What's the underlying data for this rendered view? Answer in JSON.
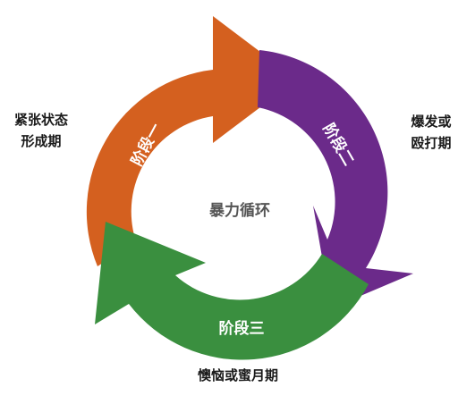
{
  "diagram": {
    "center_title": "暴力循环",
    "stages": [
      {
        "label": "阶段一",
        "color": "#d4601f"
      },
      {
        "label": "阶段二",
        "color": "#6b2a8a"
      },
      {
        "label": "阶段三",
        "color": "#3a8f3f"
      }
    ],
    "outer_labels": {
      "left": {
        "line1": "紧张状态",
        "line2": "形成期"
      },
      "right": {
        "line1": "爆发或",
        "line2": "殴打期"
      },
      "bottom": "懊恼或蜜月期"
    }
  }
}
